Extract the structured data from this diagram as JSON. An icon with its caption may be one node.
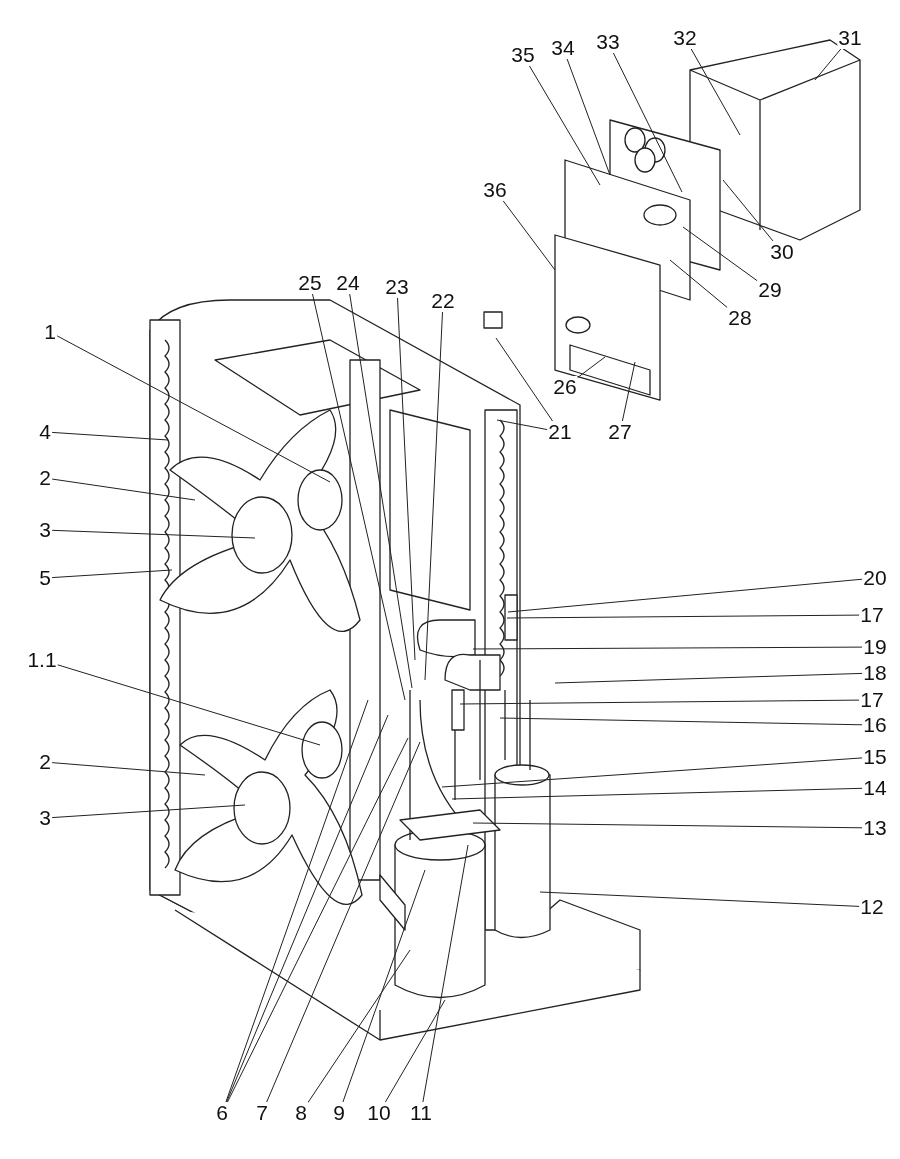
{
  "diagram": {
    "nodes": [
      {
        "text": [
          "1"
        ]
      },
      {
        "text": [
          "4"
        ]
      },
      {
        "text": [
          "2"
        ]
      },
      {
        "text": [
          "3"
        ]
      },
      {
        "text": [
          "5"
        ]
      },
      {
        "text": [
          "1.1"
        ]
      },
      {
        "text": [
          "2"
        ]
      },
      {
        "text": [
          "3"
        ]
      },
      {
        "text": [
          "6"
        ]
      },
      {
        "text": [
          "7"
        ]
      },
      {
        "text": [
          "8"
        ]
      },
      {
        "text": [
          "9"
        ]
      },
      {
        "text": [
          "10"
        ]
      },
      {
        "text": [
          "11"
        ]
      },
      {
        "text": [
          "12"
        ]
      },
      {
        "text": [
          "13"
        ]
      },
      {
        "text": [
          "14"
        ]
      },
      {
        "text": [
          "15"
        ]
      },
      {
        "text": [
          "16"
        ]
      },
      {
        "text": [
          "17"
        ]
      },
      {
        "text": [
          "18"
        ]
      },
      {
        "text": [
          "19"
        ]
      },
      {
        "text": [
          "17"
        ]
      },
      {
        "text": [
          "20"
        ]
      },
      {
        "text": [
          "21"
        ]
      },
      {
        "text": [
          "22"
        ]
      },
      {
        "text": [
          "23"
        ]
      },
      {
        "text": [
          "24"
        ]
      },
      {
        "text": [
          "25"
        ]
      },
      {
        "text": [
          "26"
        ]
      },
      {
        "text": [
          "27"
        ]
      },
      {
        "text": [
          "28"
        ]
      },
      {
        "text": [
          "29"
        ]
      },
      {
        "text": [
          "30"
        ]
      },
      {
        "text": [
          "31"
        ]
      },
      {
        "text": [
          "32"
        ]
      },
      {
        "text": [
          "33"
        ]
      },
      {
        "text": [
          "34"
        ]
      },
      {
        "text": [
          "35"
        ]
      },
      {
        "text": [
          "36"
        ]
      }
    ],
    "edges": [
      {
        "from": 0,
        "to": null,
        "arrow": "none"
      },
      {
        "from": 1,
        "to": null,
        "arrow": "none"
      },
      {
        "from": 2,
        "to": null,
        "arrow": "none"
      },
      {
        "from": 3,
        "to": null,
        "arrow": "none"
      },
      {
        "from": 4,
        "to": null,
        "arrow": "none"
      },
      {
        "from": 5,
        "to": null,
        "arrow": "none"
      },
      {
        "from": 6,
        "to": null,
        "arrow": "none"
      },
      {
        "from": 7,
        "to": null,
        "arrow": "none"
      },
      {
        "from": 8,
        "to": null,
        "arrow": "none"
      },
      {
        "from": 8,
        "to": null,
        "arrow": "none"
      },
      {
        "from": 8,
        "to": null,
        "arrow": "none"
      },
      {
        "from": 9,
        "to": null,
        "arrow": "none"
      },
      {
        "from": 10,
        "to": null,
        "arrow": "none"
      },
      {
        "from": 11,
        "to": null,
        "arrow": "none"
      },
      {
        "from": 12,
        "to": null,
        "arrow": "none"
      },
      {
        "from": 13,
        "to": null,
        "arrow": "none"
      },
      {
        "from": 14,
        "to": null,
        "arrow": "none"
      },
      {
        "from": 15,
        "to": null,
        "arrow": "none"
      },
      {
        "from": 16,
        "to": null,
        "arrow": "none"
      },
      {
        "from": 17,
        "to": null,
        "arrow": "none"
      },
      {
        "from": 18,
        "to": null,
        "arrow": "none"
      },
      {
        "from": 19,
        "to": null,
        "arrow": "none"
      },
      {
        "from": 20,
        "to": null,
        "arrow": "none"
      },
      {
        "from": 21,
        "to": null,
        "arrow": "none"
      },
      {
        "from": 22,
        "to": null,
        "arrow": "none"
      },
      {
        "from": 23,
        "to": null,
        "arrow": "none"
      },
      {
        "from": 24,
        "to": null,
        "arrow": "none"
      },
      {
        "from": 24,
        "to": null,
        "arrow": "none"
      },
      {
        "from": 25,
        "to": null,
        "arrow": "none"
      },
      {
        "from": 26,
        "to": null,
        "arrow": "none"
      },
      {
        "from": 27,
        "to": null,
        "arrow": "none"
      },
      {
        "from": 28,
        "to": null,
        "arrow": "none"
      },
      {
        "from": 29,
        "to": null,
        "arrow": "none"
      },
      {
        "from": 30,
        "to": null,
        "arrow": "none"
      },
      {
        "from": 31,
        "to": null,
        "arrow": "none"
      },
      {
        "from": 32,
        "to": null,
        "arrow": "none"
      },
      {
        "from": 33,
        "to": null,
        "arrow": "none"
      },
      {
        "from": 34,
        "to": null,
        "arrow": "none"
      },
      {
        "from": 35,
        "to": null,
        "arrow": "none"
      },
      {
        "from": 36,
        "to": null,
        "arrow": "none"
      },
      {
        "from": 37,
        "to": null,
        "arrow": "none"
      },
      {
        "from": 38,
        "to": null,
        "arrow": "none"
      },
      {
        "from": 39,
        "to": null,
        "arrow": "none"
      }
    ]
  }
}
